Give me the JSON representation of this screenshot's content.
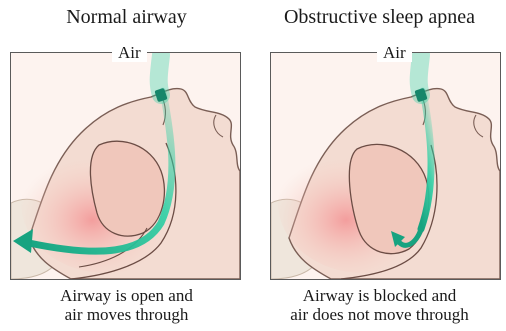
{
  "panels": [
    {
      "title": "Normal airway",
      "air_label": "Air",
      "caption": [
        "Airway is open and",
        "air moves through"
      ],
      "state": "open"
    },
    {
      "title": "Obstructive sleep apnea",
      "air_label": "Air",
      "caption": [
        "Airway is blocked and",
        "air does not move through"
      ],
      "state": "blocked"
    }
  ],
  "colors": {
    "skin": "#f3dcd2",
    "skin_shadow": "#e9c3b6",
    "tissue_red": "#f2a0a0",
    "outline": "#5b4640",
    "airflow": "#2fd0a5",
    "airflow_dark": "#16866a",
    "frame": "#5a5a5a",
    "pillow": "#efe8df"
  }
}
